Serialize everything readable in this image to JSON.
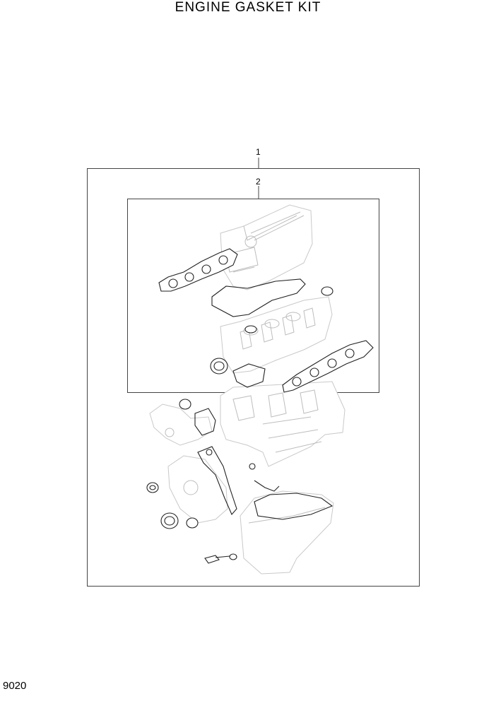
{
  "title": "ENGINE GASKET KIT",
  "page_number": "9020",
  "callouts": [
    {
      "label": "1"
    },
    {
      "label": "2"
    }
  ]
}
